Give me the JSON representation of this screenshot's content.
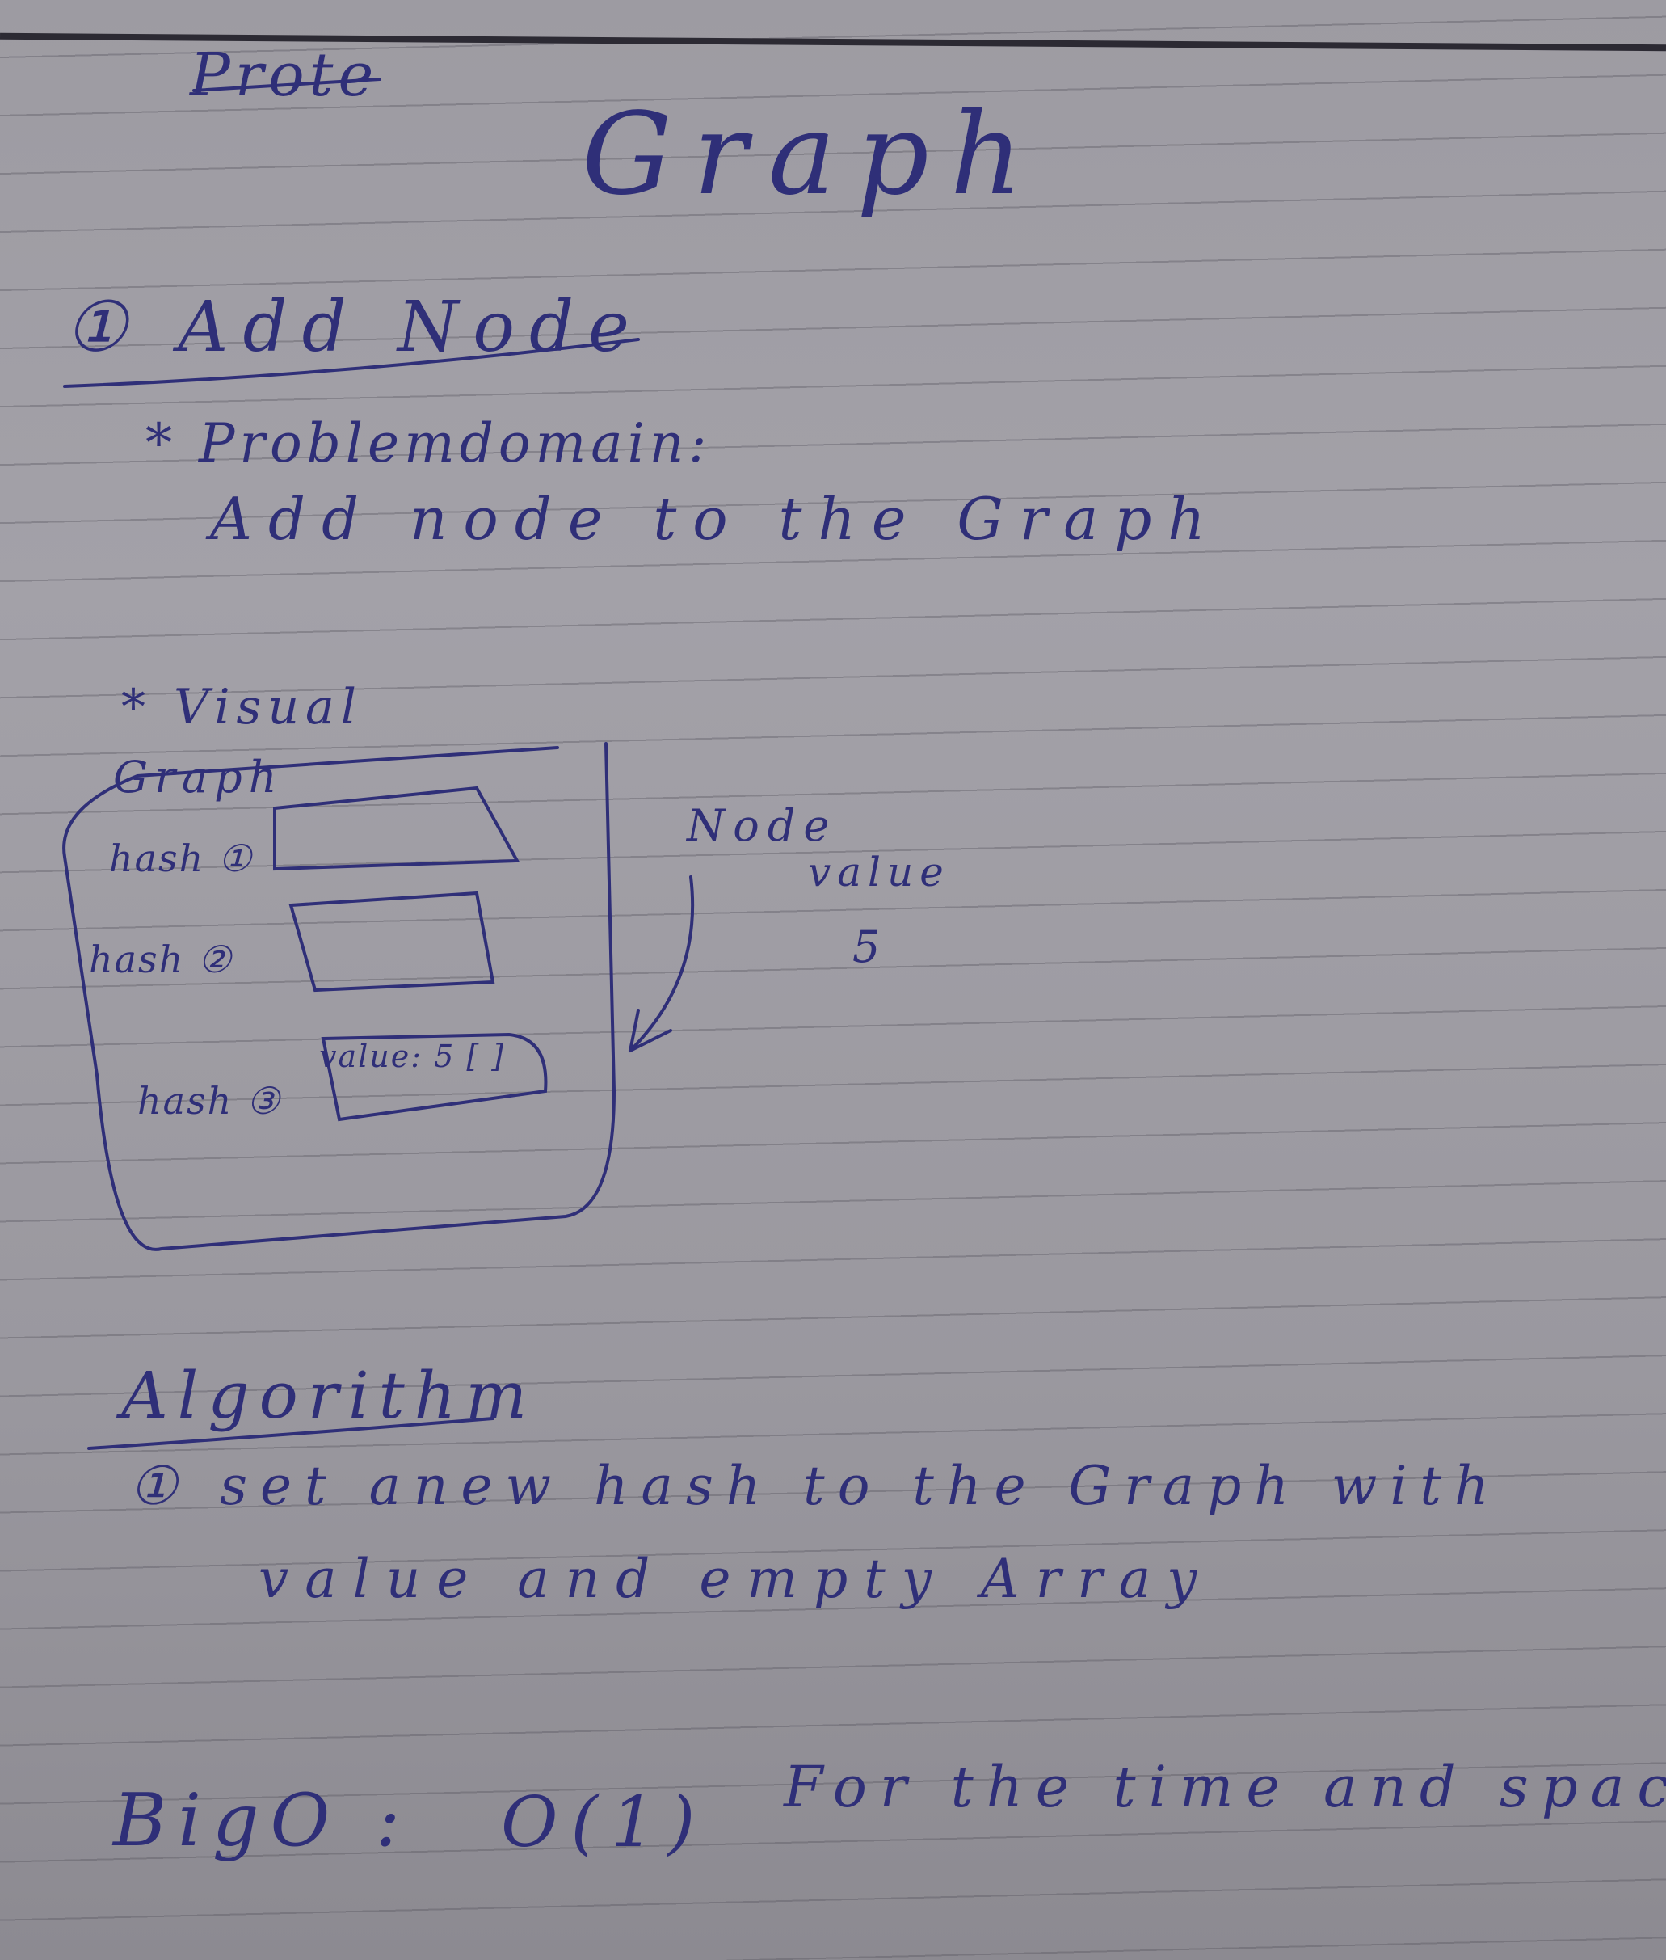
{
  "header": {
    "struck_word": "Prote"
  },
  "title": "Graph",
  "section_1": {
    "heading": "① Add Node",
    "problem_domain_label": "* Problemdomain:",
    "problem_domain_text": "Add node to the Graph"
  },
  "visual": {
    "label_line1": "* Visual",
    "label_line2": "Graph",
    "rows": [
      {
        "label": "hash ①",
        "slot_text": ""
      },
      {
        "label": "hash ②",
        "slot_text": ""
      },
      {
        "label": "hash ③",
        "slot_text": "value: 5 [ ]"
      }
    ],
    "node_callout": {
      "title": "Node",
      "field": "value",
      "value": "5"
    }
  },
  "algorithm": {
    "heading": "Algorithm",
    "step_line1": "① set anew hash to the Graph with",
    "step_line2": "value and empty Array"
  },
  "big_o": {
    "label": "BigO :",
    "value": "O(1)",
    "note": "For the time and space"
  }
}
